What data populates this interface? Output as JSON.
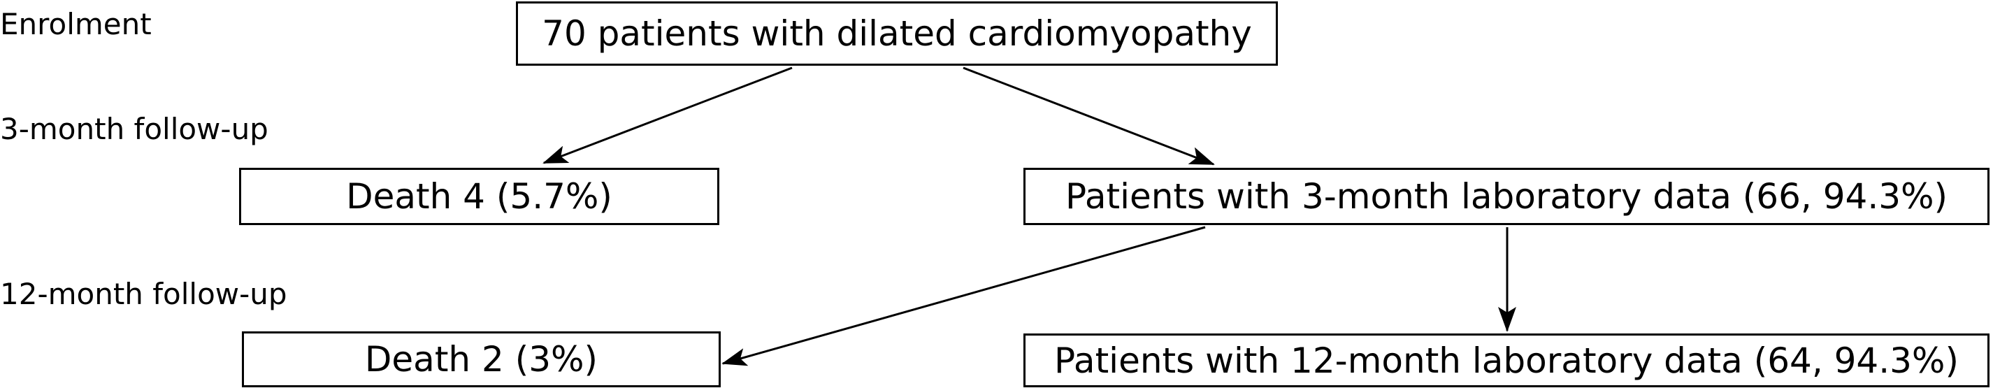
{
  "levels": {
    "enrolment": "Enrolment",
    "follow_up_3": "3-month follow-up",
    "follow_up_12": "12-month follow-up"
  },
  "boxes": {
    "enrolment": "70 patients with dilated cardiomyopathy",
    "death_3": "Death 4 (5.7%)",
    "lab_3": "Patients with 3-month laboratory data (66, 94.3%)",
    "death_12": "Death 2 (3%)",
    "lab_12": "Patients with 12-month laboratory data (64, 94.3%)"
  },
  "colors": {
    "stroke": "#000000",
    "background": "#ffffff"
  }
}
